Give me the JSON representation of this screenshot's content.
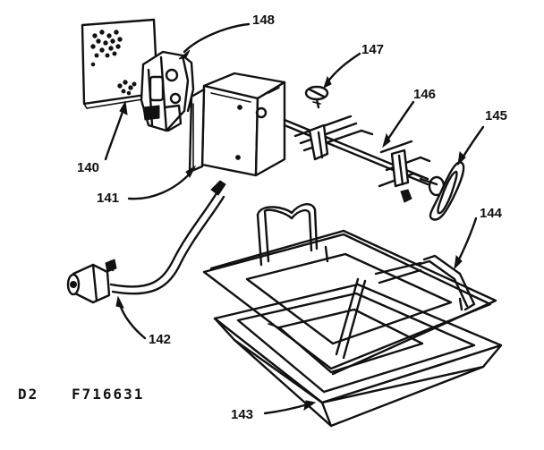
{
  "diagram": {
    "parts": [
      {
        "id": "140",
        "name": "outlet-plate"
      },
      {
        "id": "141",
        "name": "motor-housing"
      },
      {
        "id": "142",
        "name": "power-cord"
      },
      {
        "id": "143",
        "name": "drip-pan"
      },
      {
        "id": "144",
        "name": "rack"
      },
      {
        "id": "145",
        "name": "spit-handle"
      },
      {
        "id": "146",
        "name": "spit-fork"
      },
      {
        "id": "147",
        "name": "screw"
      },
      {
        "id": "148",
        "name": "switch-clip"
      }
    ],
    "footer": {
      "view_code": "D2",
      "drawing_number": "F716631"
    }
  }
}
